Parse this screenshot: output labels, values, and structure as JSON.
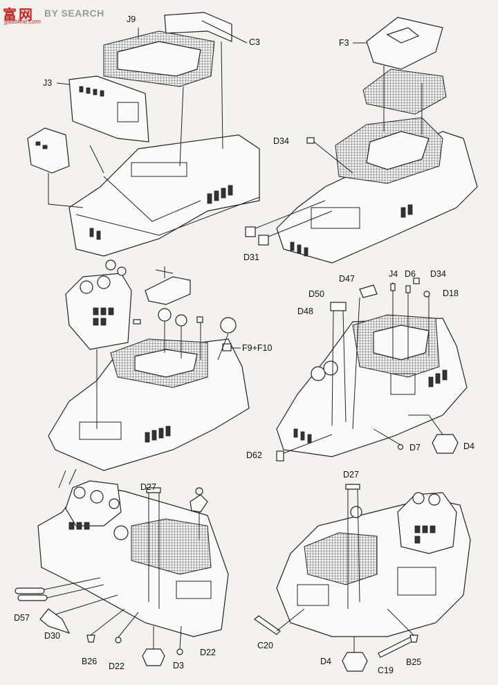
{
  "watermark": {
    "logo": "富",
    "suffix": "网",
    "search": "BY SEARCH",
    "subtitle": "gasoline.com"
  },
  "labels": [
    {
      "id": "J9",
      "text": "J9"
    },
    {
      "id": "C3",
      "text": "C3"
    },
    {
      "id": "J3",
      "text": "J3"
    },
    {
      "id": "F3",
      "text": "F3"
    },
    {
      "id": "D34a",
      "text": "D34"
    },
    {
      "id": "D31",
      "text": "D31"
    },
    {
      "id": "F9F10",
      "text": "F9+F10"
    },
    {
      "id": "J4",
      "text": "J4"
    },
    {
      "id": "D6",
      "text": "D6"
    },
    {
      "id": "D34b",
      "text": "D34"
    },
    {
      "id": "D47",
      "text": "D47"
    },
    {
      "id": "D50",
      "text": "D50"
    },
    {
      "id": "D18",
      "text": "D18"
    },
    {
      "id": "D48",
      "text": "D48"
    },
    {
      "id": "D62",
      "text": "D62"
    },
    {
      "id": "D7",
      "text": "D7"
    },
    {
      "id": "D4a",
      "text": "D4"
    },
    {
      "id": "D27a",
      "text": "D27"
    },
    {
      "id": "D27b",
      "text": "D27"
    },
    {
      "id": "D57",
      "text": "D57"
    },
    {
      "id": "D30",
      "text": "D30"
    },
    {
      "id": "B26",
      "text": "B26"
    },
    {
      "id": "D22a",
      "text": "D22"
    },
    {
      "id": "D3",
      "text": "D3"
    },
    {
      "id": "D22b",
      "text": "D22"
    },
    {
      "id": "C20",
      "text": "C20"
    },
    {
      "id": "D4b",
      "text": "D4"
    },
    {
      "id": "C19",
      "text": "C19"
    },
    {
      "id": "B25",
      "text": "B25"
    }
  ]
}
